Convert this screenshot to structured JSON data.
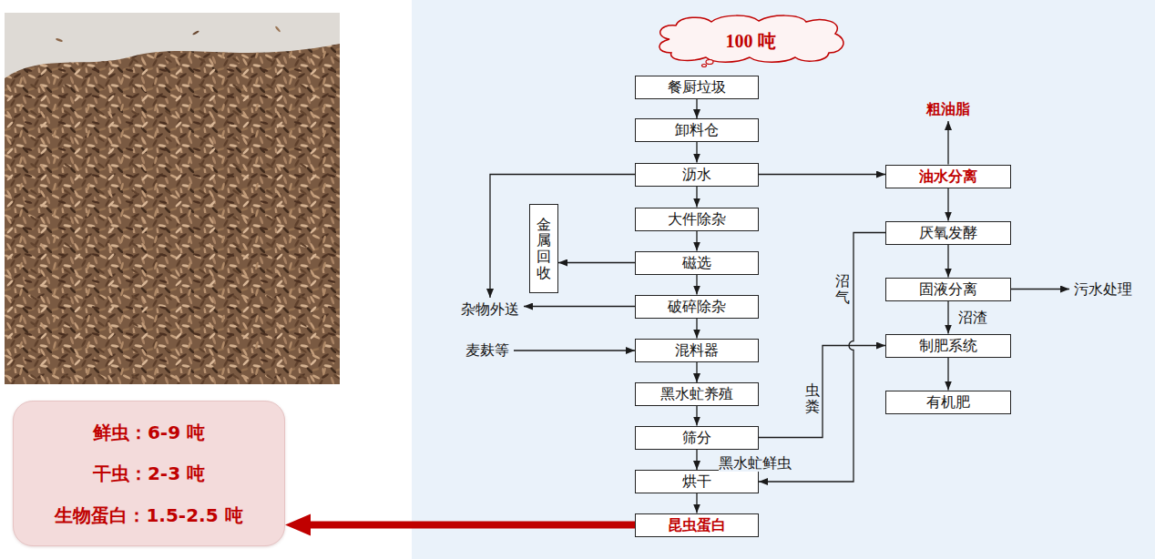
{
  "diagram": {
    "nodes": [
      {
        "text": [
          "100 吨"
        ]
      },
      {
        "text": [
          "餐厨垃圾"
        ]
      },
      {
        "text": [
          "卸料仓"
        ]
      },
      {
        "text": [
          "粗油脂"
        ]
      },
      {
        "text": [
          "沥水"
        ]
      },
      {
        "text": [
          "油水分离"
        ]
      },
      {
        "text": [
          "大件除杂"
        ]
      },
      {
        "text": [
          "金属回收"
        ]
      },
      {
        "text": [
          "厌氧发酵"
        ]
      },
      {
        "text": [
          "磁选"
        ]
      },
      {
        "text": [
          "固液分离"
        ]
      },
      {
        "text": [
          "污水处理"
        ]
      },
      {
        "text": [
          "破碎除杂"
        ]
      },
      {
        "text": [
          "杂物外送"
        ]
      },
      {
        "text": [
          "麦麸等"
        ]
      },
      {
        "text": [
          "混料器"
        ]
      },
      {
        "text": [
          "制肥系统"
        ]
      },
      {
        "text": [
          "黑水虻养殖"
        ]
      },
      {
        "text": [
          "有机肥"
        ]
      },
      {
        "text": [
          "筛分"
        ]
      },
      {
        "text": [
          "烘干"
        ]
      },
      {
        "text": [
          "昆虫蛋白"
        ]
      },
      {
        "text": [
          "鲜虫：6-9 吨",
          "干虫：2-3 吨",
          "生物蛋白：1.5-2.5 吨"
        ]
      }
    ],
    "edges": [
      {
        "from": 1,
        "to": 2,
        "arrow": "to"
      },
      {
        "from": 2,
        "to": 4,
        "arrow": "to"
      },
      {
        "from": 4,
        "to": 6,
        "arrow": "to"
      },
      {
        "from": 6,
        "to": 9,
        "arrow": "to"
      },
      {
        "from": 9,
        "to": 12,
        "arrow": "to"
      },
      {
        "from": 12,
        "to": 15,
        "arrow": "to"
      },
      {
        "from": 15,
        "to": 17,
        "arrow": "to"
      },
      {
        "from": 17,
        "to": 19,
        "arrow": "to"
      },
      {
        "from": 19,
        "to": 20,
        "label": "黑水虻鲜虫",
        "arrow": "to"
      },
      {
        "from": 20,
        "to": 21,
        "arrow": "to"
      },
      {
        "from": 4,
        "to": 5,
        "arrow": "to"
      },
      {
        "from": 5,
        "to": 3,
        "arrow": "to"
      },
      {
        "from": 5,
        "to": 8,
        "arrow": "to"
      },
      {
        "from": 8,
        "to": 10,
        "arrow": "to"
      },
      {
        "from": 10,
        "to": 11,
        "arrow": "to"
      },
      {
        "from": 10,
        "to": 16,
        "label": "沼渣",
        "arrow": "to"
      },
      {
        "from": 16,
        "to": 18,
        "arrow": "to"
      },
      {
        "from": 19,
        "to": 16,
        "label": "虫粪",
        "arrow": "to"
      },
      {
        "from": 8,
        "to": 20,
        "label": "沼气",
        "arrow": "to"
      },
      {
        "from": 4,
        "to": 13,
        "arrow": "to"
      },
      {
        "from": 12,
        "to": 13,
        "arrow": "to"
      },
      {
        "from": 9,
        "to": 7,
        "arrow": "to"
      },
      {
        "from": 14,
        "to": 15,
        "arrow": "to"
      },
      {
        "from": 21,
        "to": 22,
        "arrow": "to"
      }
    ]
  }
}
